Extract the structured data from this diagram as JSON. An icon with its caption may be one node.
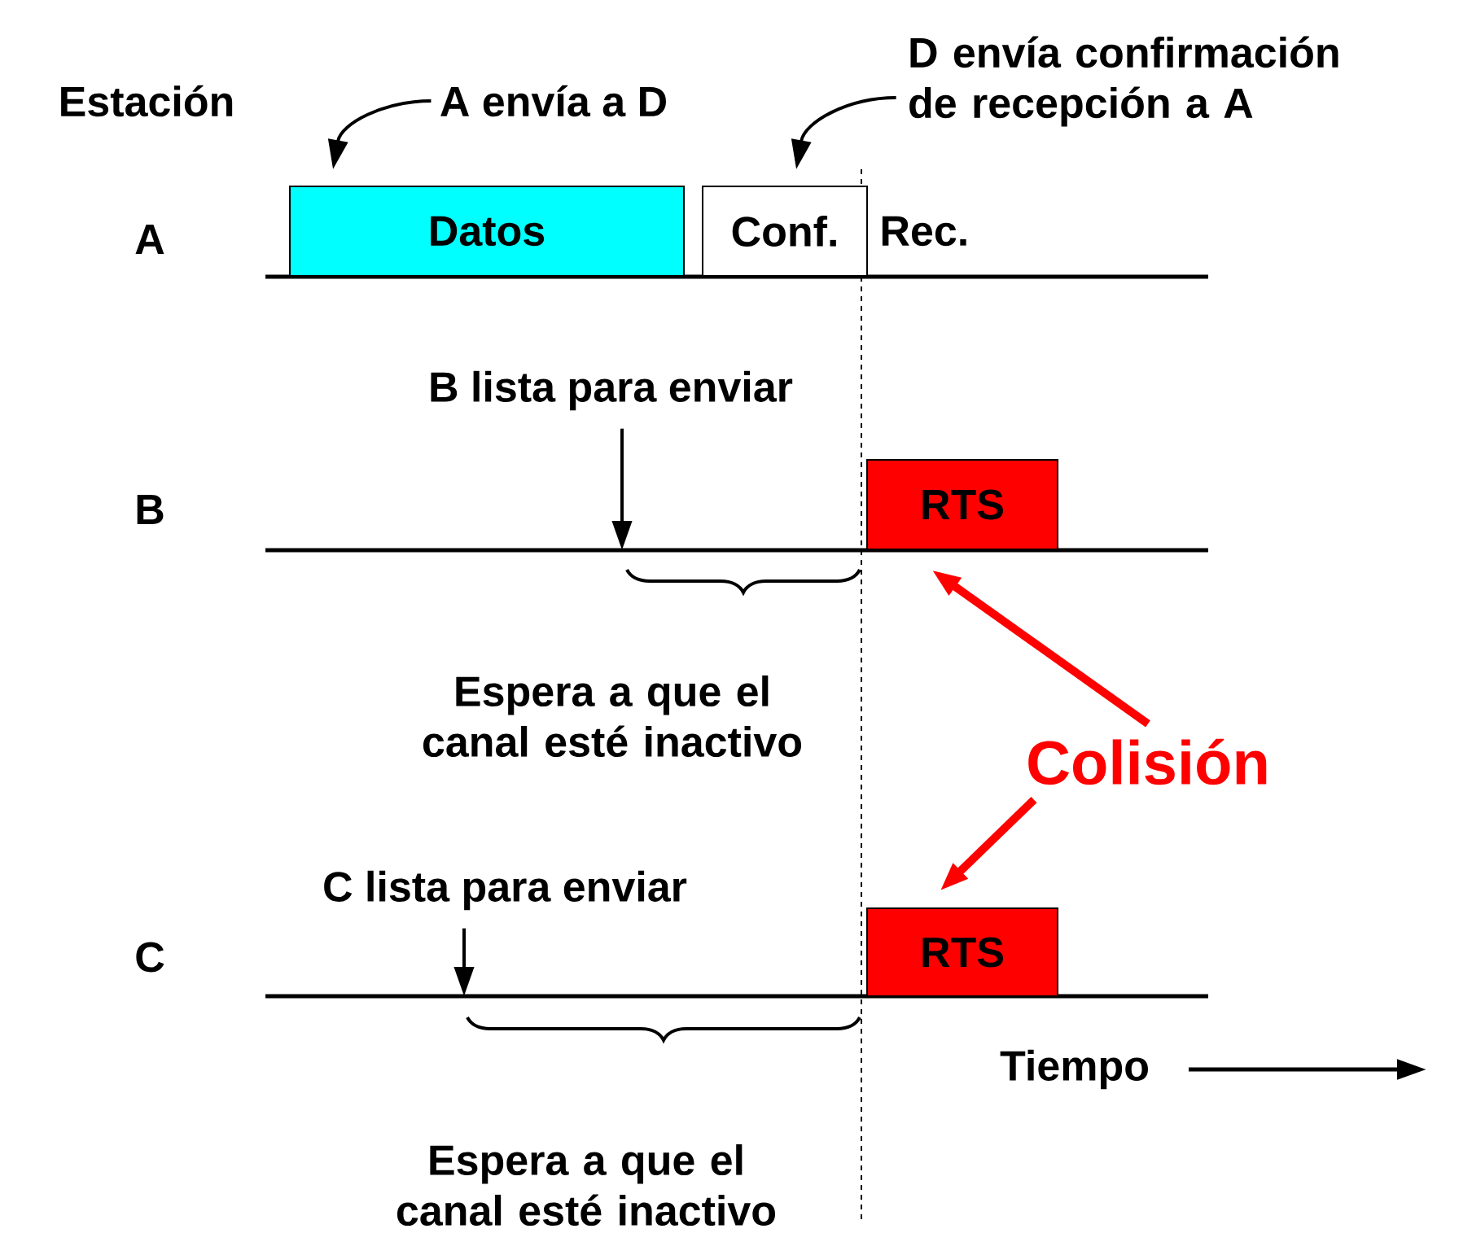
{
  "diagram": {
    "nodes": [
      {
        "text": [
          "Datos"
        ]
      },
      {
        "text": [
          "Conf."
        ],
        "beside": [
          "Rec."
        ]
      },
      {
        "text": [
          "RTS"
        ]
      },
      {
        "text": [
          "RTS"
        ]
      },
      {
        "text": [
          "A envía a D"
        ]
      },
      {
        "text": [
          "D envía confirmación de recepción a A"
        ]
      },
      {
        "text": [
          "Colisión"
        ]
      },
      {
        "text": [
          "B lista para enviar"
        ]
      },
      {
        "text": [
          "C lista para enviar"
        ]
      }
    ],
    "edges": [
      {
        "from": 4,
        "to": 0,
        "arrow": "to"
      },
      {
        "from": 5,
        "to": 1,
        "arrow": "to"
      },
      {
        "from": 7,
        "to": null,
        "arrow": "to"
      },
      {
        "from": 8,
        "to": null,
        "arrow": "to"
      },
      {
        "from": 6,
        "to": 2,
        "arrow": "to",
        "style": "thick",
        "color": "#ff0000"
      },
      {
        "from": 6,
        "to": 3,
        "arrow": "to",
        "style": "thick",
        "color": "#ff0000"
      }
    ],
    "labels": [
      "Estación",
      "A",
      "B",
      "Espera a que el canal esté inactivo",
      "C",
      "Tiempo",
      "Espera a que el canal esté inactivo"
    ]
  }
}
